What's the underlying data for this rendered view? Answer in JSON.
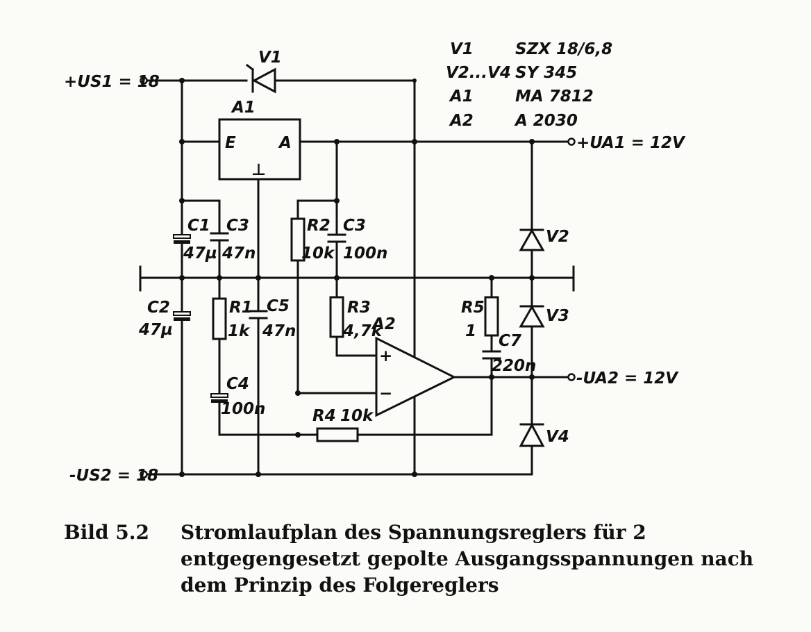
{
  "parts_list": [
    {
      "ref": "V1",
      "type": "SZX 18/6,8"
    },
    {
      "ref": "V2...V4",
      "type": "SY 345"
    },
    {
      "ref": "A1",
      "type": "MA 7812"
    },
    {
      "ref": "A2",
      "type": "A 2030"
    }
  ],
  "terminals": {
    "us1": "+US1 = 18",
    "us2": "-US2 = 18",
    "ua1": "+UA1 = 12V",
    "ua2": "-UA2 = 12V"
  },
  "regulator": {
    "ref": "A1",
    "in_pin": "E",
    "out_pin": "A",
    "gnd_pin": "⊥"
  },
  "opamp": {
    "ref": "A2",
    "plus": "+",
    "minus": "−"
  },
  "components": {
    "v1": {
      "ref": "V1"
    },
    "c1": {
      "ref": "C1",
      "value": "47µ"
    },
    "c3a": {
      "ref": "C3",
      "value": "47n"
    },
    "r2": {
      "ref": "R2",
      "value": "10k"
    },
    "c3b": {
      "ref": "C3",
      "value": "100n"
    },
    "c2": {
      "ref": "C2",
      "value": "47µ"
    },
    "r1": {
      "ref": "R1",
      "value": "1k"
    },
    "c5": {
      "ref": "C5",
      "value": "47n"
    },
    "r3": {
      "ref": "R3",
      "value": "4,7k"
    },
    "r5": {
      "ref": "R5",
      "value": "1"
    },
    "c7": {
      "ref": "C7",
      "value": "220n"
    },
    "c4": {
      "ref": "C4",
      "value": "100n"
    },
    "r4": {
      "ref": "R4",
      "value": "10k"
    },
    "v2": {
      "ref": "V2"
    },
    "v3": {
      "ref": "V3"
    },
    "v4": {
      "ref": "V4"
    }
  },
  "caption": {
    "label": "Bild 5.2",
    "text": "Stromlaufplan des Spannungsreglers für 2 entgegengesetzt gepolte Ausgangsspannungen nach dem Prinzip des Folgereglers"
  }
}
